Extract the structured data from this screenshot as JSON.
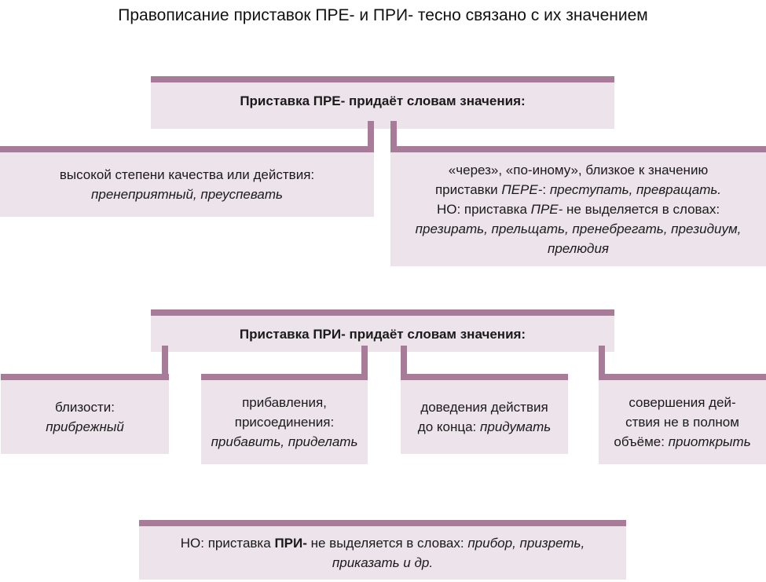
{
  "title": "Правописание приставок ПРЕ- и ПРИ- тесно связано с их значением",
  "colors": {
    "accent": "#a87c98",
    "box_fill": "#ede3ea"
  },
  "pre": {
    "header": "Приставка ПРЕ- придаёт словам значения:",
    "left": {
      "text": "высокой степени качества или действия:",
      "examples": "пренеприятный, преуспевать"
    },
    "right": {
      "line1": "«через», «по-иному», близкое к значению",
      "line2_text": "приставки ",
      "line2_prefix": "ПЕРЕ-",
      "line2_colon": ": ",
      "line2_examples": "преступать, превращать.",
      "line3_text": "НО: приставка ",
      "line3_prefix": "ПРЕ-",
      "line3_rest": " не выделяется в словах:",
      "line4_examples": "презирать, прельщать, пренебрегать, президиум,",
      "line5_examples": "прелюдия"
    }
  },
  "pri": {
    "header": "Приставка ПРИ- придаёт словам значения:",
    "meanings": [
      {
        "line1": "близости:",
        "line2_examples": "прибрежный"
      },
      {
        "line1": "прибавления,",
        "line2": "присоединения:",
        "line3_examples": "прибавить, приделать"
      },
      {
        "line1": "доведения действия",
        "line2_text": "до конца: ",
        "line2_examples": "придумать"
      },
      {
        "line1": "совершения дей-",
        "line2": "ствия не в полном",
        "line3_text": "объёме: ",
        "line3_examples": "приоткрыть"
      }
    ]
  },
  "note": {
    "text": "НО: приставка ",
    "prefix": "ПРИ-",
    "rest": " не выделяется в словах: ",
    "examples1": "прибор, призреть,",
    "examples2": "приказать и др."
  }
}
